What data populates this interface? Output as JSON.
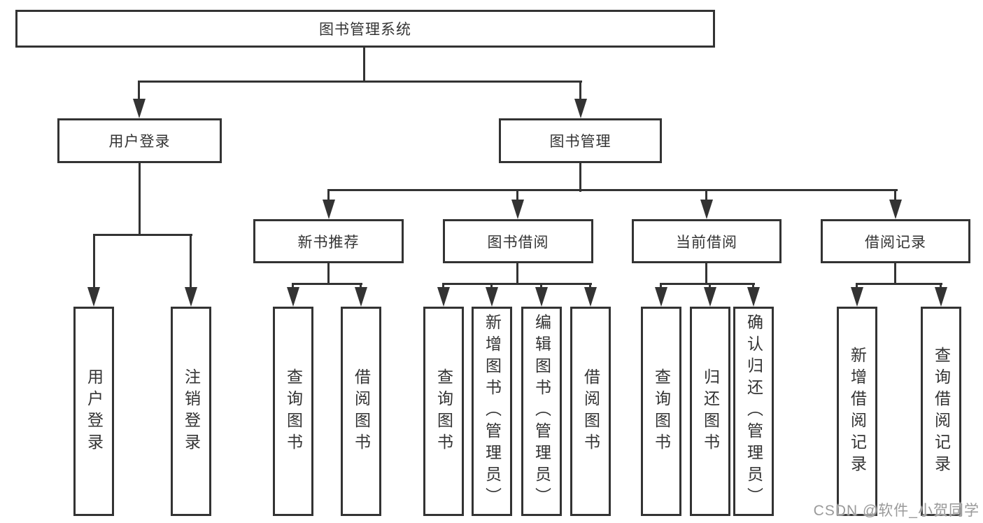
{
  "watermark": {
    "text": "CSDN @软件_小贺同学"
  },
  "colors": {
    "line": "#333333",
    "box_border": "#333333",
    "text": "#333333",
    "background": "#ffffff",
    "watermark_text": "#9a9a9a"
  },
  "tree": {
    "root": "图书管理系统",
    "children": [
      {
        "label": "用户登录",
        "children": [
          {
            "label": "用户登录"
          },
          {
            "label": "注销登录"
          }
        ]
      },
      {
        "label": "图书管理",
        "children": [
          {
            "label": "新书推荐",
            "children": [
              {
                "label": "查询图书"
              },
              {
                "label": "借阅图书"
              }
            ]
          },
          {
            "label": "图书借阅",
            "children": [
              {
                "label": "查询图书"
              },
              {
                "label": "新增图书（管理员）"
              },
              {
                "label": "编辑图书（管理员）"
              },
              {
                "label": "借阅图书"
              }
            ]
          },
          {
            "label": "当前借阅",
            "children": [
              {
                "label": "查询图书"
              },
              {
                "label": "归还图书"
              },
              {
                "label": "确认归还（管理员）"
              }
            ]
          },
          {
            "label": "借阅记录",
            "children": [
              {
                "label": "新增借阅记录"
              },
              {
                "label": "查询借阅记录"
              }
            ]
          }
        ]
      }
    ]
  }
}
